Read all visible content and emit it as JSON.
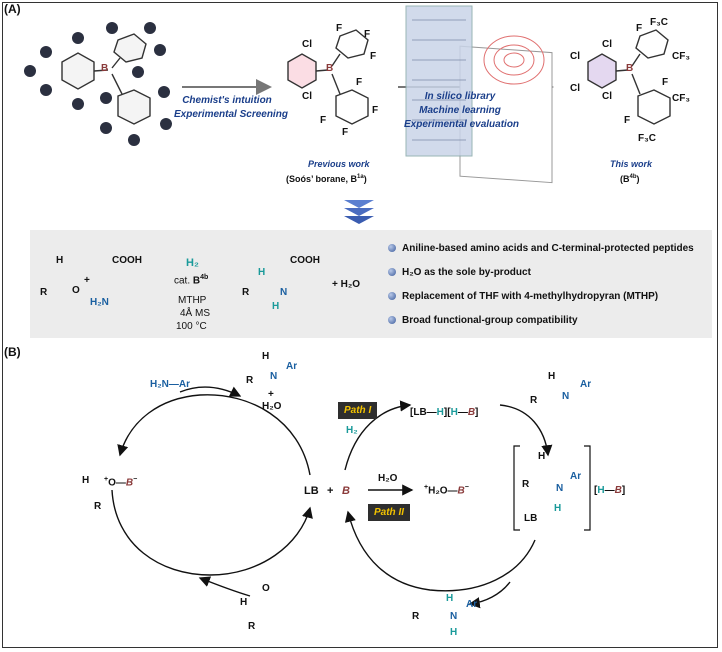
{
  "panelA": {
    "label": "(A)",
    "arrow1_line1": "Chemist's intuition",
    "arrow1_line2": "Experimental Screening",
    "arrow2_line1": "In silico library",
    "arrow2_line2": "Machine learning",
    "arrow2_line3": "Experimental evaluation",
    "prev_caption": "Previous work",
    "prev_sub_text": "(Soós’ borane, B",
    "prev_sub_sup": "1a",
    "prev_sub_close": ")",
    "this_caption": "This work",
    "this_sub_text": "(B",
    "this_sub_sup": "4b",
    "this_sub_close": ")",
    "mol_B": "B",
    "mol_Cl": "Cl",
    "mol_F": "F",
    "mol_CF3": "CF₃",
    "mol_F3C": "F₃C",
    "reaction": {
      "H": "H",
      "R": "R",
      "O": "O",
      "plus": "+",
      "COOH": "COOH",
      "H2N": "H₂N",
      "H2": "H₂",
      "cat": "cat. ",
      "cat_B": "B",
      "cat_sup": "4b",
      "cond1": "MTHP",
      "cond2": "4Å MS",
      "cond3": "100 °C",
      "N": "N",
      "plus_water": "+ H₂O"
    },
    "bullets": [
      "Aniline-based amino acids and C-terminal-protected peptides",
      "H₂O as the sole by-product",
      "Replacement of THF with 4-methylhydropyran (MTHP)",
      "Broad functional-group compatibility"
    ]
  },
  "panelB": {
    "label": "(B)",
    "H2N_Ar": "H₂N—Ar",
    "imine_H": "H",
    "imine_R": "R",
    "imine_N": "N",
    "imine_Ar": "Ar",
    "plus": "+",
    "H2O": "H₂O",
    "path1": "Path I",
    "path2": "Path II",
    "H2": "H₂",
    "LB_part1": "[LB—",
    "LB_H1": "H",
    "LB_part2": "][",
    "LB_H2": "H",
    "LB_dash": "—",
    "LB_B": "B",
    "LB_close": "]",
    "center_LB": "LB",
    "center_plus": "+",
    "center_B": "B",
    "water_H2O": "H₂O",
    "oxonium_H2O": "H₂O",
    "oxonium_dash": "—",
    "oxonium_B": "B",
    "oxonium_plus": "+",
    "oxonium_minus": "−",
    "ald_complex_H": "H",
    "ald_complex_R": "R",
    "ald_complex_O": "O",
    "ald_complex_dash": "—",
    "ald_complex_B": "B",
    "ald_complex_plus": "+",
    "ald_complex_minus": "−",
    "ts_H": "H",
    "ts_R": "R",
    "ts_N": "N",
    "ts_Ar": "Ar",
    "ts_LB": "LB",
    "ts_NH": "H",
    "ts_HB_open": "[",
    "ts_HB_H": "H",
    "ts_HB_dash": "—",
    "ts_HB_B": "B",
    "ts_HB_close": "]",
    "amine_R": "R",
    "amine_H": "H",
    "amine_N": "N",
    "amine_Ar": "Ar",
    "amine_NH": "H",
    "aldehyde_H": "H",
    "aldehyde_O": "O",
    "aldehyde_R": "R"
  }
}
